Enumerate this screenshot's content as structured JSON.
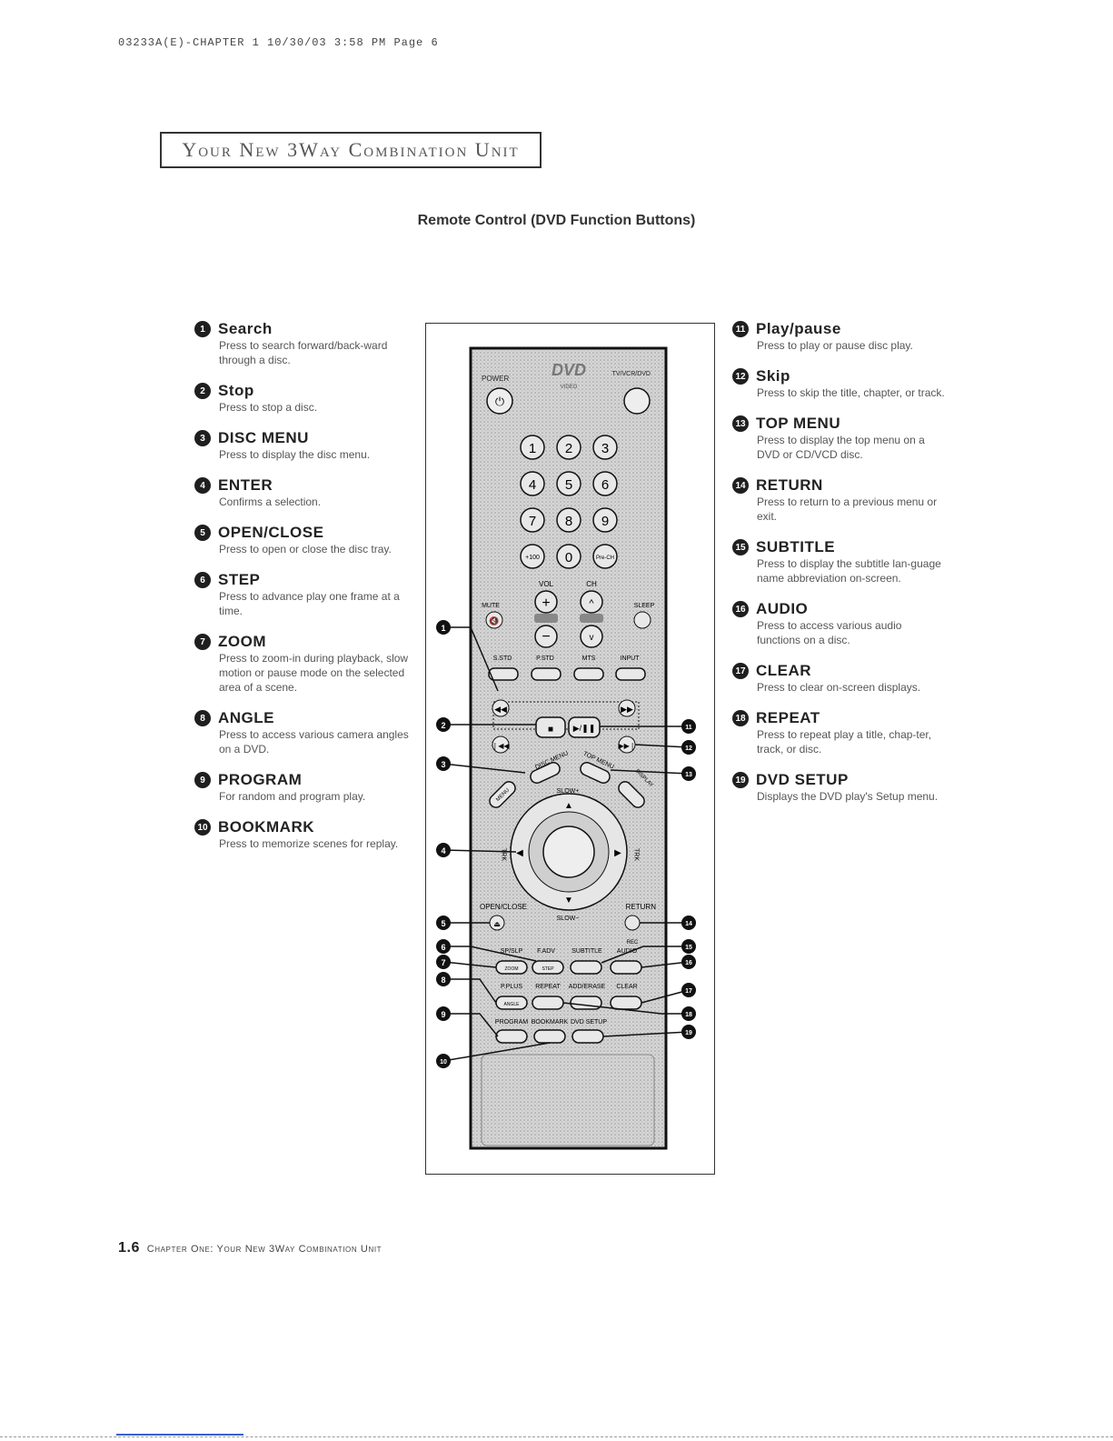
{
  "header": {
    "meta": "03233A(E)-CHAPTER 1  10/30/03  3:58 PM  Page 6"
  },
  "chapter_box": {
    "title": "Your New 3Way Combination Unit"
  },
  "section_title": "Remote Control (DVD Function Buttons)",
  "left_items": [
    {
      "num": "1",
      "title": "Search",
      "desc": "Press to search forward/back-ward through a disc."
    },
    {
      "num": "2",
      "title": "Stop",
      "desc": "Press to stop a disc."
    },
    {
      "num": "3",
      "title": "DISC MENU",
      "desc": "Press to display the disc menu."
    },
    {
      "num": "4",
      "title": "ENTER",
      "desc": "Confirms a selection."
    },
    {
      "num": "5",
      "title": "OPEN/CLOSE",
      "desc": "Press to open or close the disc tray."
    },
    {
      "num": "6",
      "title": "STEP",
      "desc": "Press to advance play one frame at a time."
    },
    {
      "num": "7",
      "title": "ZOOM",
      "desc": "Press to zoom-in during playback, slow motion or pause mode on the selected area of a scene."
    },
    {
      "num": "8",
      "title": "ANGLE",
      "desc": "Press to access various camera angles on a DVD."
    },
    {
      "num": "9",
      "title": "PROGRAM",
      "desc": "For random and program play."
    },
    {
      "num": "10",
      "title": "BOOKMARK",
      "desc": "Press to memorize scenes for replay."
    }
  ],
  "right_items": [
    {
      "num": "11",
      "title": "Play/pause",
      "desc": "Press to play or pause disc play."
    },
    {
      "num": "12",
      "title": "Skip",
      "desc": "Press to skip the title, chapter, or track."
    },
    {
      "num": "13",
      "title": "TOP MENU",
      "desc": "Press to display the top menu on a DVD or CD/VCD disc."
    },
    {
      "num": "14",
      "title": "RETURN",
      "desc": "Press to return to a previous menu or exit."
    },
    {
      "num": "15",
      "title": "SUBTITLE",
      "desc": "Press to display the subtitle lan-guage name abbreviation on-screen."
    },
    {
      "num": "16",
      "title": "AUDIO",
      "desc": "Press to access various audio functions on a disc."
    },
    {
      "num": "17",
      "title": "CLEAR",
      "desc": "Press to clear on-screen displays."
    },
    {
      "num": "18",
      "title": "REPEAT",
      "desc": "Press to repeat play a title, chap-ter, track, or disc."
    },
    {
      "num": "19",
      "title": "DVD SETUP",
      "desc": "Displays the DVD play's Setup menu."
    }
  ],
  "remote": {
    "labels": {
      "power": "POWER",
      "tv_dvd": "TV/VCR/DVD",
      "logo": "DVD",
      "logo_sub": "VIDEO",
      "vol": "VOL",
      "ch": "CH",
      "mute": "MUTE",
      "sleep": "SLEEP",
      "s_std": "S.STD",
      "p_std": "P.STD",
      "mts": "MTS",
      "input": "INPUT",
      "disc_menu": "DISC MENU",
      "top_menu": "TOP MENU",
      "menu": "MENU",
      "display": "DISPLAY",
      "slow_plus": "SLOW+",
      "slow_minus": "SLOW−",
      "trk": "TRK",
      "open_close": "OPEN/CLOSE",
      "return": "RETURN",
      "rec": "REC",
      "sp_slp": "SP/SLP",
      "f_adv": "F.ADV",
      "subtitle": "SUBTITLE",
      "audio": "AUDIO",
      "zoom": "ZOOM",
      "step": "STEP",
      "p_plus": "P.PLUS",
      "repeat": "REPEAT",
      "add_erase": "ADD/ERASE",
      "clear": "CLEAR",
      "angle": "ANGLE",
      "program": "PROGRAM",
      "bookmark": "BOOKMARK",
      "dvd_setup": "DVD SETUP"
    },
    "digits": [
      "1",
      "2",
      "3",
      "4",
      "5",
      "6",
      "7",
      "8",
      "9",
      "+100",
      "0",
      "Pre-CH"
    ]
  },
  "footer": {
    "page": "1.6",
    "chapter": "Chapter One: Your New 3Way Combination Unit"
  }
}
